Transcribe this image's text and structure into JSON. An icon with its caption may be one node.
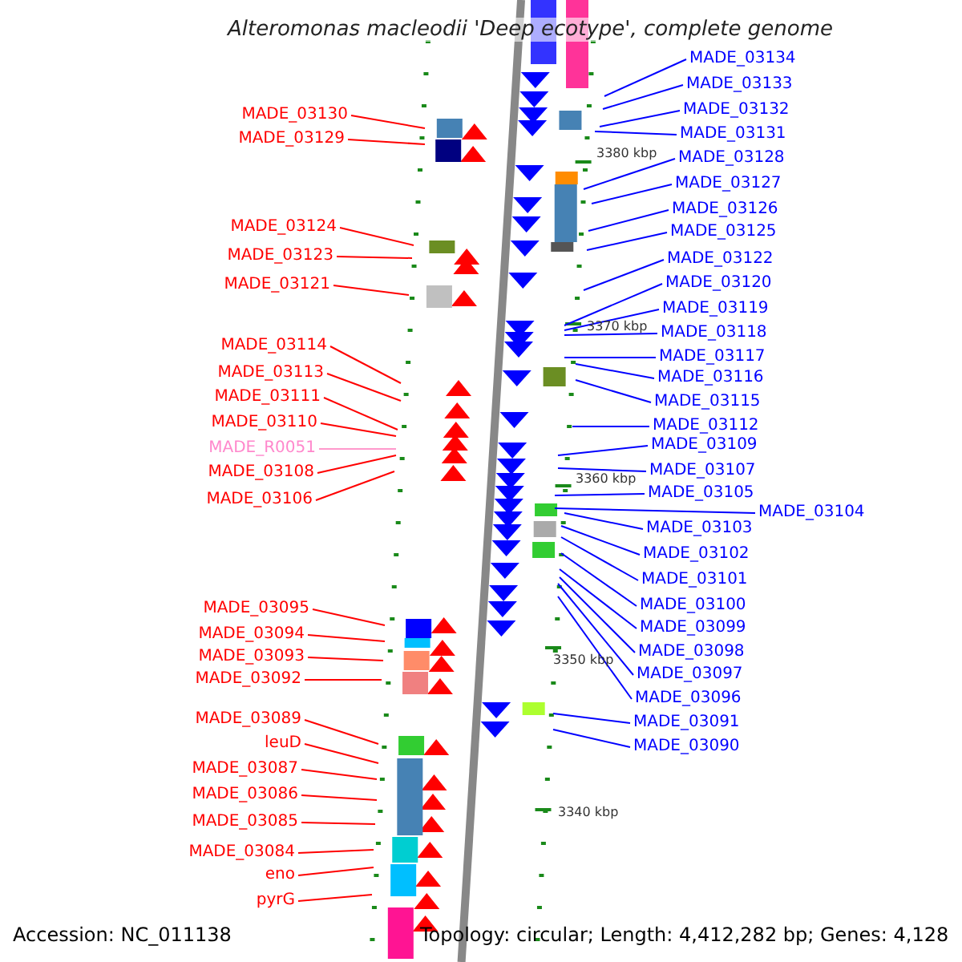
{
  "diagram": {
    "title": "Alteromonas macleodii 'Deep ecotype', complete genome",
    "nodes": [
      {
        "text": [
          "MADE_03130"
        ]
      },
      {
        "text": [
          "MADE_03129"
        ]
      },
      {
        "text": [
          "MADE_03124"
        ]
      },
      {
        "text": [
          "MADE_03123"
        ]
      },
      {
        "text": [
          "MADE_03121"
        ]
      },
      {
        "text": [
          "MADE_03114"
        ]
      },
      {
        "text": [
          "MADE_03113"
        ]
      },
      {
        "text": [
          "MADE_03111"
        ]
      },
      {
        "text": [
          "MADE_03110"
        ]
      },
      {
        "text": [
          "MADE_R0051"
        ]
      },
      {
        "text": [
          "MADE_03108"
        ]
      },
      {
        "text": [
          "MADE_03106"
        ]
      },
      {
        "text": [
          "MADE_03095"
        ]
      },
      {
        "text": [
          "MADE_03094"
        ]
      },
      {
        "text": [
          "MADE_03093"
        ]
      },
      {
        "text": [
          "MADE_03092"
        ]
      },
      {
        "text": [
          "MADE_03089"
        ]
      },
      {
        "text": [
          "leuD"
        ]
      },
      {
        "text": [
          "MADE_03087"
        ]
      },
      {
        "text": [
          "MADE_03086"
        ]
      },
      {
        "text": [
          "MADE_03085"
        ]
      },
      {
        "text": [
          "MADE_03084"
        ]
      },
      {
        "text": [
          "eno"
        ]
      },
      {
        "text": [
          "pyrG"
        ]
      },
      {
        "text": [
          "MADE_03134"
        ]
      },
      {
        "text": [
          "MADE_03133"
        ]
      },
      {
        "text": [
          "MADE_03132"
        ]
      },
      {
        "text": [
          "MADE_03131"
        ]
      },
      {
        "text": [
          "MADE_03128"
        ]
      },
      {
        "text": [
          "MADE_03127"
        ]
      },
      {
        "text": [
          "MADE_03126"
        ]
      },
      {
        "text": [
          "MADE_03125"
        ]
      },
      {
        "text": [
          "MADE_03122"
        ]
      },
      {
        "text": [
          "MADE_03120"
        ]
      },
      {
        "text": [
          "MADE_03119"
        ]
      },
      {
        "text": [
          "MADE_03118"
        ]
      },
      {
        "text": [
          "MADE_03117"
        ]
      },
      {
        "text": [
          "MADE_03116"
        ]
      },
      {
        "text": [
          "MADE_03115"
        ]
      },
      {
        "text": [
          "MADE_03112"
        ]
      },
      {
        "text": [
          "MADE_03109"
        ]
      },
      {
        "text": [
          "MADE_03107"
        ]
      },
      {
        "text": [
          "MADE_03105"
        ]
      },
      {
        "text": [
          "MADE_03104"
        ]
      },
      {
        "text": [
          "MADE_03103"
        ]
      },
      {
        "text": [
          "MADE_03102"
        ]
      },
      {
        "text": [
          "MADE_03101"
        ]
      },
      {
        "text": [
          "MADE_03100"
        ]
      },
      {
        "text": [
          "MADE_03099"
        ]
      },
      {
        "text": [
          "MADE_03098"
        ]
      },
      {
        "text": [
          "MADE_03097"
        ]
      },
      {
        "text": [
          "MADE_03096"
        ]
      },
      {
        "text": [
          "MADE_03091"
        ]
      },
      {
        "text": [
          "MADE_03090"
        ]
      }
    ],
    "edges": [
      {
        "from": 0,
        "to": null,
        "arrow": "none",
        "color": "#ff0000"
      },
      {
        "from": 1,
        "to": null,
        "arrow": "none",
        "color": "#ff0000"
      },
      {
        "from": 2,
        "to": null,
        "arrow": "none",
        "color": "#ff0000"
      },
      {
        "from": 3,
        "to": null,
        "arrow": "none",
        "color": "#ff0000"
      },
      {
        "from": 4,
        "to": null,
        "arrow": "none",
        "color": "#ff0000"
      },
      {
        "from": 5,
        "to": null,
        "arrow": "none",
        "color": "#ff0000"
      },
      {
        "from": 6,
        "to": null,
        "arrow": "none",
        "color": "#ff0000"
      },
      {
        "from": 7,
        "to": null,
        "arrow": "none",
        "color": "#ff0000"
      },
      {
        "from": 8,
        "to": null,
        "arrow": "none",
        "color": "#ff0000"
      },
      {
        "from": 9,
        "to": null,
        "arrow": "none",
        "color": "#ff99cc"
      },
      {
        "from": 10,
        "to": null,
        "arrow": "none",
        "color": "#ff0000"
      },
      {
        "from": 11,
        "to": null,
        "arrow": "none",
        "color": "#ff0000"
      },
      {
        "from": 12,
        "to": null,
        "arrow": "none",
        "color": "#ff0000"
      },
      {
        "from": 13,
        "to": null,
        "arrow": "none",
        "color": "#ff0000"
      },
      {
        "from": 14,
        "to": null,
        "arrow": "none",
        "color": "#ff0000"
      },
      {
        "from": 15,
        "to": null,
        "arrow": "none",
        "color": "#ff0000"
      },
      {
        "from": 16,
        "to": null,
        "arrow": "none",
        "color": "#ff0000"
      },
      {
        "from": 17,
        "to": null,
        "arrow": "none",
        "color": "#ff0000"
      },
      {
        "from": 18,
        "to": null,
        "arrow": "none",
        "color": "#ff0000"
      },
      {
        "from": 19,
        "to": null,
        "arrow": "none",
        "color": "#ff0000"
      },
      {
        "from": 20,
        "to": null,
        "arrow": "none",
        "color": "#ff0000"
      },
      {
        "from": 21,
        "to": null,
        "arrow": "none",
        "color": "#ff0000"
      },
      {
        "from": 22,
        "to": null,
        "arrow": "none",
        "color": "#ff0000"
      },
      {
        "from": 23,
        "to": null,
        "arrow": "none",
        "color": "#ff0000"
      },
      {
        "from": 24,
        "to": null,
        "arrow": "none"
      },
      {
        "from": 25,
        "to": null,
        "arrow": "none"
      },
      {
        "from": 26,
        "to": null,
        "arrow": "none"
      },
      {
        "from": 27,
        "to": null,
        "arrow": "none"
      },
      {
        "from": 28,
        "to": null,
        "arrow": "none"
      },
      {
        "from": 29,
        "to": null,
        "arrow": "none"
      },
      {
        "from": 30,
        "to": null,
        "arrow": "none"
      },
      {
        "from": 31,
        "to": null,
        "arrow": "none"
      },
      {
        "from": 32,
        "to": null,
        "arrow": "none"
      },
      {
        "from": 33,
        "to": null,
        "arrow": "none"
      },
      {
        "from": 34,
        "to": null,
        "arrow": "none"
      },
      {
        "from": 35,
        "to": null,
        "arrow": "none"
      },
      {
        "from": 36,
        "to": null,
        "arrow": "none"
      },
      {
        "from": 37,
        "to": null,
        "arrow": "none"
      },
      {
        "from": 38,
        "to": null,
        "arrow": "none"
      },
      {
        "from": 39,
        "to": null,
        "arrow": "none"
      },
      {
        "from": 40,
        "to": null,
        "arrow": "none"
      },
      {
        "from": 41,
        "to": null,
        "arrow": "none"
      },
      {
        "from": 42,
        "to": null,
        "arrow": "none"
      },
      {
        "from": 43,
        "to": null,
        "arrow": "none"
      },
      {
        "from": 44,
        "to": null,
        "arrow": "none"
      },
      {
        "from": 45,
        "to": null,
        "arrow": "none"
      },
      {
        "from": 46,
        "to": null,
        "arrow": "none"
      },
      {
        "from": 47,
        "to": null,
        "arrow": "none"
      },
      {
        "from": 48,
        "to": null,
        "arrow": "none"
      },
      {
        "from": 49,
        "to": null,
        "arrow": "none"
      },
      {
        "from": 50,
        "to": null,
        "arrow": "none"
      },
      {
        "from": 51,
        "to": null,
        "arrow": "none"
      },
      {
        "from": 52,
        "to": null,
        "arrow": "none"
      },
      {
        "from": 53,
        "to": null,
        "arrow": "none"
      }
    ],
    "labels": [
      "3380 kbp",
      "3370 kbp",
      "3360 kbp",
      "3350 kbp",
      "3340 kbp",
      "Accession: NC_011138",
      "Topology: circular; Length: 4,412,282 bp; Genes: 4,128"
    ]
  }
}
